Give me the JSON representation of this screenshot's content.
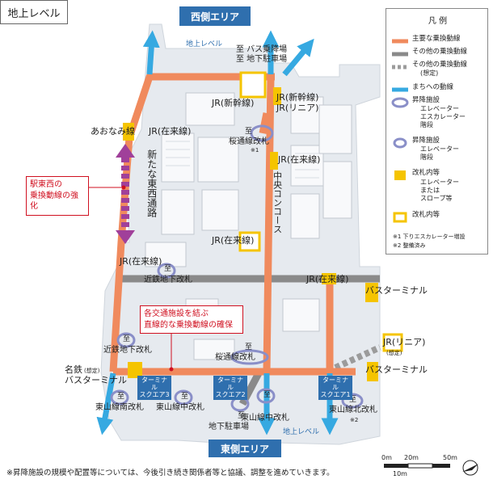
{
  "title_tag": "地上レベル",
  "areas": {
    "west": "西側エリア",
    "east": "東側エリア"
  },
  "ground_level": {
    "top": "地上レベル",
    "bottom": "地上レベル"
  },
  "labels": {
    "bus_top_1": "至 バス乗降場",
    "bus_top_2": "至 地下駐車場",
    "jr_shinkansen": "JR(新幹線)",
    "jr_shinkansen_linear_1": "JR(新幹線)",
    "jr_shinkansen_linear_2": "JR(リニア)",
    "aonami": "あおなみ線",
    "jr_zairai_nw": "JR(在来線)",
    "sakuradori_top_1": "至",
    "sakuradori_top_2": "桜通線改札",
    "note1_mark": "※1",
    "jr_zairai_center": "JR(在来線)",
    "central_concourse": "中央コンコース",
    "new_east_west": "新たな東西通路",
    "jr_zairai_mid": "JR(在来線)",
    "jr_zairai_w": "JR(在来線)",
    "kintetsu_1_a": "至",
    "kintetsu_1_b": "近鉄地下改札",
    "jr_zairai_e": "JR(在来線)",
    "bus_terminal_e1": "バスターミナル",
    "kintetsu_2_a": "至",
    "kintetsu_2_b": "近鉄地下改札",
    "sakuradori_bot_1": "至",
    "sakuradori_bot_2": "桜通線改札",
    "jr_linear": "JR(リニア)",
    "planned_1": "(想定)",
    "meitetsu": "名鉄",
    "planned_2": "(想定)",
    "meitetsu_bus": "バスターミナル",
    "bus_terminal_e2": "バスターミナル",
    "higashiyama_s_1": "至",
    "higashiyama_s_2": "東山線南改札",
    "higashiyama_c1_1": "至",
    "higashiyama_c1_2": "東山線中改札",
    "higashiyama_c2_1": "至",
    "higashiyama_c2_2": "東山線中改札",
    "parking_1": "至",
    "parking_2": "地下駐車場",
    "higashiyama_n_1": "至",
    "higashiyama_n_2": "東山線北改札",
    "note2_mark": "※2"
  },
  "terminal_squares": {
    "sq3": [
      "ターミナル",
      "スクエア3"
    ],
    "sq2": [
      "ターミナル",
      "スクエア2"
    ],
    "sq1": [
      "ターミナル",
      "スクエア1"
    ]
  },
  "notes": {
    "strengthen": [
      "駅東西の",
      "乗換動線の強化"
    ],
    "secure": [
      "各交通施設を結ぶ",
      "直線的な乗換動線の確保"
    ]
  },
  "legend": {
    "title": "凡 例",
    "items": [
      {
        "label": "主要な乗換動線",
        "sub": []
      },
      {
        "label": "その他の乗換動線",
        "sub": []
      },
      {
        "label": "その他の乗換動線",
        "sub": [
          "(想定)"
        ]
      },
      {
        "label": "まちへの動線",
        "sub": []
      },
      {
        "label": "昇降施設",
        "sub": [
          "エレベーター",
          "エスカレーター",
          "階段"
        ]
      },
      {
        "label": "昇降施設",
        "sub": [
          "エレベーター",
          "階段"
        ]
      },
      {
        "label": "改札内等",
        "sub": [
          "エレベーター",
          "または",
          "スロープ等"
        ]
      },
      {
        "label": "改札内等",
        "sub": []
      }
    ],
    "notes": [
      "※1 下りエスカレーター増設",
      "※2 整備済み"
    ]
  },
  "scale": {
    "ticks": [
      "0m",
      "20m",
      "50m"
    ],
    "mid": "10m"
  },
  "footnote": "※昇降施設の規模や配置等については、今後引き続き関係者等と協議、調整を進めていきます。",
  "colors": {
    "main_route": "#f08a5d",
    "other_route": "#8a8a8a",
    "town_route": "#36a9e1",
    "gate": "#f5c400",
    "area_blue": "#2f6fae",
    "facility": "#8a8fc8",
    "note_red": "#d01020",
    "corridor_purple": "#a0409a"
  }
}
